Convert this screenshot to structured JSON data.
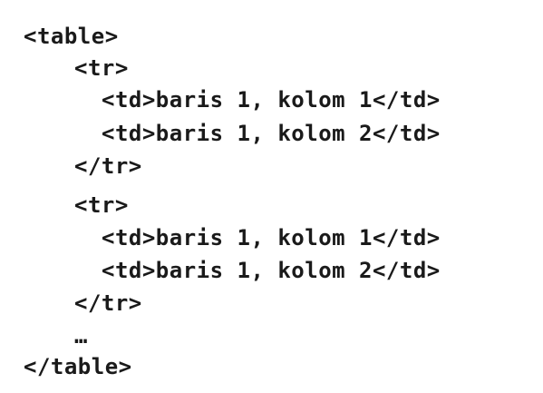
{
  "code": {
    "lines": [
      "<table>",
      "<tr>",
      "<td>baris 1, kolom 1</td>",
      "<td>baris 1, kolom 2</td>",
      "</tr>",
      "<tr>",
      "<td>baris 1, kolom 1</td>",
      "<td>baris 1, kolom 2</td>",
      "</tr>",
      "…",
      "</table>"
    ]
  }
}
